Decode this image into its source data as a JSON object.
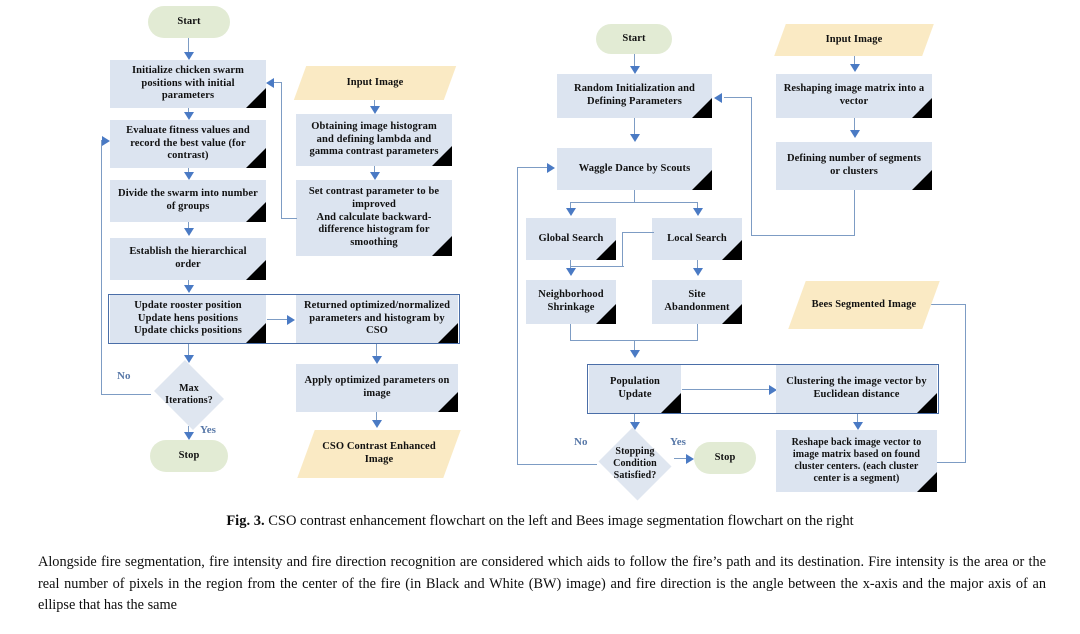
{
  "figure": {
    "caption_label": "Fig. 3.",
    "caption_text": " CSO contrast enhancement flowchart on the left and Bees image segmentation flowchart on the right",
    "colors": {
      "process_fill": "#dce4f0",
      "terminator_fill": "#e2ebd4",
      "io_fill": "#faeac4",
      "decision_fill": "#dfe6f0",
      "connector": "#7d9cc4",
      "arrowhead": "#4a7ac4",
      "group_border": "#4a6ea8",
      "corner_fold": "#000000",
      "edge_label": "#5878a8"
    }
  },
  "left_flowchart": {
    "title": "CSO contrast enhancement flowchart",
    "nodes": {
      "start": "Start",
      "initialize": "Initialize chicken swarm positions with initial parameters",
      "evaluate": "Evaluate fitness values and record the best value (for contrast)",
      "divide": "Divide the swarm into number of groups",
      "hierarchy": "Establish the hierarchical order",
      "update": "Update rooster position\nUpdate hens positions\nUpdate chicks positions",
      "max_iterations": "Max Iterations?",
      "stop": "Stop",
      "input_image": "Input Image",
      "histogram": "Obtaining image histogram and defining lambda and gamma contrast parameters",
      "set_contrast": "Set contrast parameter to be improved\nAnd calculate backward-difference histogram for smoothing",
      "returned": "Returned optimized/normalized parameters and histogram by CSO",
      "apply": "Apply optimized parameters on image",
      "output": "CSO Contrast Enhanced Image"
    },
    "edge_labels": {
      "no": "No",
      "yes": "Yes"
    }
  },
  "right_flowchart": {
    "title": "Bees image segmentation flowchart",
    "nodes": {
      "start": "Start",
      "random_init": "Random Initialization and Defining Parameters",
      "waggle": "Waggle Dance by Scouts",
      "global_search": "Global Search",
      "local_search": "Local Search",
      "neighborhood": "Neighborhood Shrinkage",
      "site_abandon": "Site Abandonment",
      "population_update": "Population Update",
      "stopping": "Stopping Condition Satisfied?",
      "stop": "Stop",
      "input_image": "Input Image",
      "reshaping": "Reshaping image matrix into a vector",
      "defining": "Defining number of segments or clusters",
      "clustering": "Clustering the image vector by Euclidean distance",
      "reshape_back": "Reshape back image vector to image matrix based on found cluster centers. (each cluster center is a segment)",
      "output": "Bees Segmented Image"
    },
    "edge_labels": {
      "no": "No",
      "yes": "Yes"
    }
  },
  "body": {
    "paragraph": "Alongside fire segmentation, fire intensity and fire direction recognition are considered which aids to follow the fire’s path and its destination. Fire intensity is the area or the real number of pixels in the region from the center of the fire (in Black and White (BW) image) and fire direction is the angle between the x-axis and the major axis of an ellipse that has the same"
  }
}
